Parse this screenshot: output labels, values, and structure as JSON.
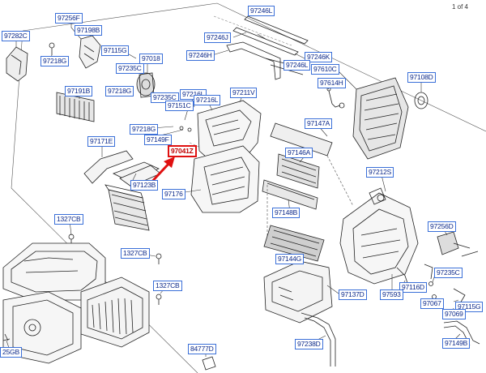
{
  "page_indicator": "1 of 4",
  "colors": {
    "label_border": "#3a6fd8",
    "label_text": "#0d2a8a",
    "highlight": "#e01010",
    "line": "#222222"
  },
  "part_labels": [
    {
      "id": "97282C",
      "text": "97282C",
      "highlight": false
    },
    {
      "id": "97256F",
      "text": "97256F",
      "highlight": false
    },
    {
      "id": "97198B",
      "text": "97198B",
      "highlight": false
    },
    {
      "id": "97115G",
      "text": "97115G",
      "highlight": false
    },
    {
      "id": "97235C_a",
      "text": "97235C",
      "highlight": false
    },
    {
      "id": "97218G_a",
      "text": "97218G",
      "highlight": false
    },
    {
      "id": "97218G_b",
      "text": "97218G",
      "highlight": false
    },
    {
      "id": "97018",
      "text": "97018",
      "highlight": false
    },
    {
      "id": "97191B",
      "text": "97191B",
      "highlight": false
    },
    {
      "id": "97235C_b",
      "text": "97235C",
      "highlight": false
    },
    {
      "id": "97216L_a",
      "text": "97216L",
      "highlight": false
    },
    {
      "id": "97151C",
      "text": "97151C",
      "highlight": false
    },
    {
      "id": "97216L_b",
      "text": "97216L",
      "highlight": false
    },
    {
      "id": "97211V",
      "text": "97211V",
      "highlight": false
    },
    {
      "id": "97218G_c",
      "text": "97218G",
      "highlight": false
    },
    {
      "id": "97149F",
      "text": "97149F",
      "highlight": false
    },
    {
      "id": "97171E",
      "text": "97171E",
      "highlight": false
    },
    {
      "id": "97041Z",
      "text": "97041Z",
      "highlight": true
    },
    {
      "id": "97123B",
      "text": "97123B",
      "highlight": false
    },
    {
      "id": "97176",
      "text": "97176",
      "highlight": false
    },
    {
      "id": "97246L_a",
      "text": "97246L",
      "highlight": false
    },
    {
      "id": "97246J",
      "text": "97246J",
      "highlight": false
    },
    {
      "id": "97246H",
      "text": "97246H",
      "highlight": false
    },
    {
      "id": "97246K",
      "text": "97246K",
      "highlight": false
    },
    {
      "id": "97246L_b",
      "text": "97246L",
      "highlight": false
    },
    {
      "id": "97610C",
      "text": "97610C",
      "highlight": false
    },
    {
      "id": "97108D",
      "text": "97108D",
      "highlight": false
    },
    {
      "id": "97614H",
      "text": "97614H",
      "highlight": false
    },
    {
      "id": "97147A",
      "text": "97147A",
      "highlight": false
    },
    {
      "id": "97146A",
      "text": "97146A",
      "highlight": false
    },
    {
      "id": "97212S",
      "text": "97212S",
      "highlight": false
    },
    {
      "id": "97148B",
      "text": "97148B",
      "highlight": false
    },
    {
      "id": "97144G",
      "text": "97144G",
      "highlight": false
    },
    {
      "id": "97256D",
      "text": "97256D",
      "highlight": false
    },
    {
      "id": "1327CB_a",
      "text": "1327CB",
      "highlight": false
    },
    {
      "id": "1327CB_b",
      "text": "1327CB",
      "highlight": false
    },
    {
      "id": "1327CB_c",
      "text": "1327CB",
      "highlight": false
    },
    {
      "id": "97137D",
      "text": "97137D",
      "highlight": false
    },
    {
      "id": "97116D",
      "text": "97116D",
      "highlight": false
    },
    {
      "id": "97593",
      "text": "97593",
      "highlight": false
    },
    {
      "id": "97235C_c",
      "text": "97235C",
      "highlight": false
    },
    {
      "id": "97067",
      "text": "97067",
      "highlight": false
    },
    {
      "id": "97115G_b",
      "text": "97115G",
      "highlight": false
    },
    {
      "id": "97069",
      "text": "97069",
      "highlight": false
    },
    {
      "id": "97238D",
      "text": "97238D",
      "highlight": false
    },
    {
      "id": "97149B",
      "text": "97149B",
      "highlight": false
    },
    {
      "id": "84777D",
      "text": "84777D",
      "highlight": false
    },
    {
      "id": "25GB",
      "text": "25GB",
      "highlight": false
    }
  ]
}
